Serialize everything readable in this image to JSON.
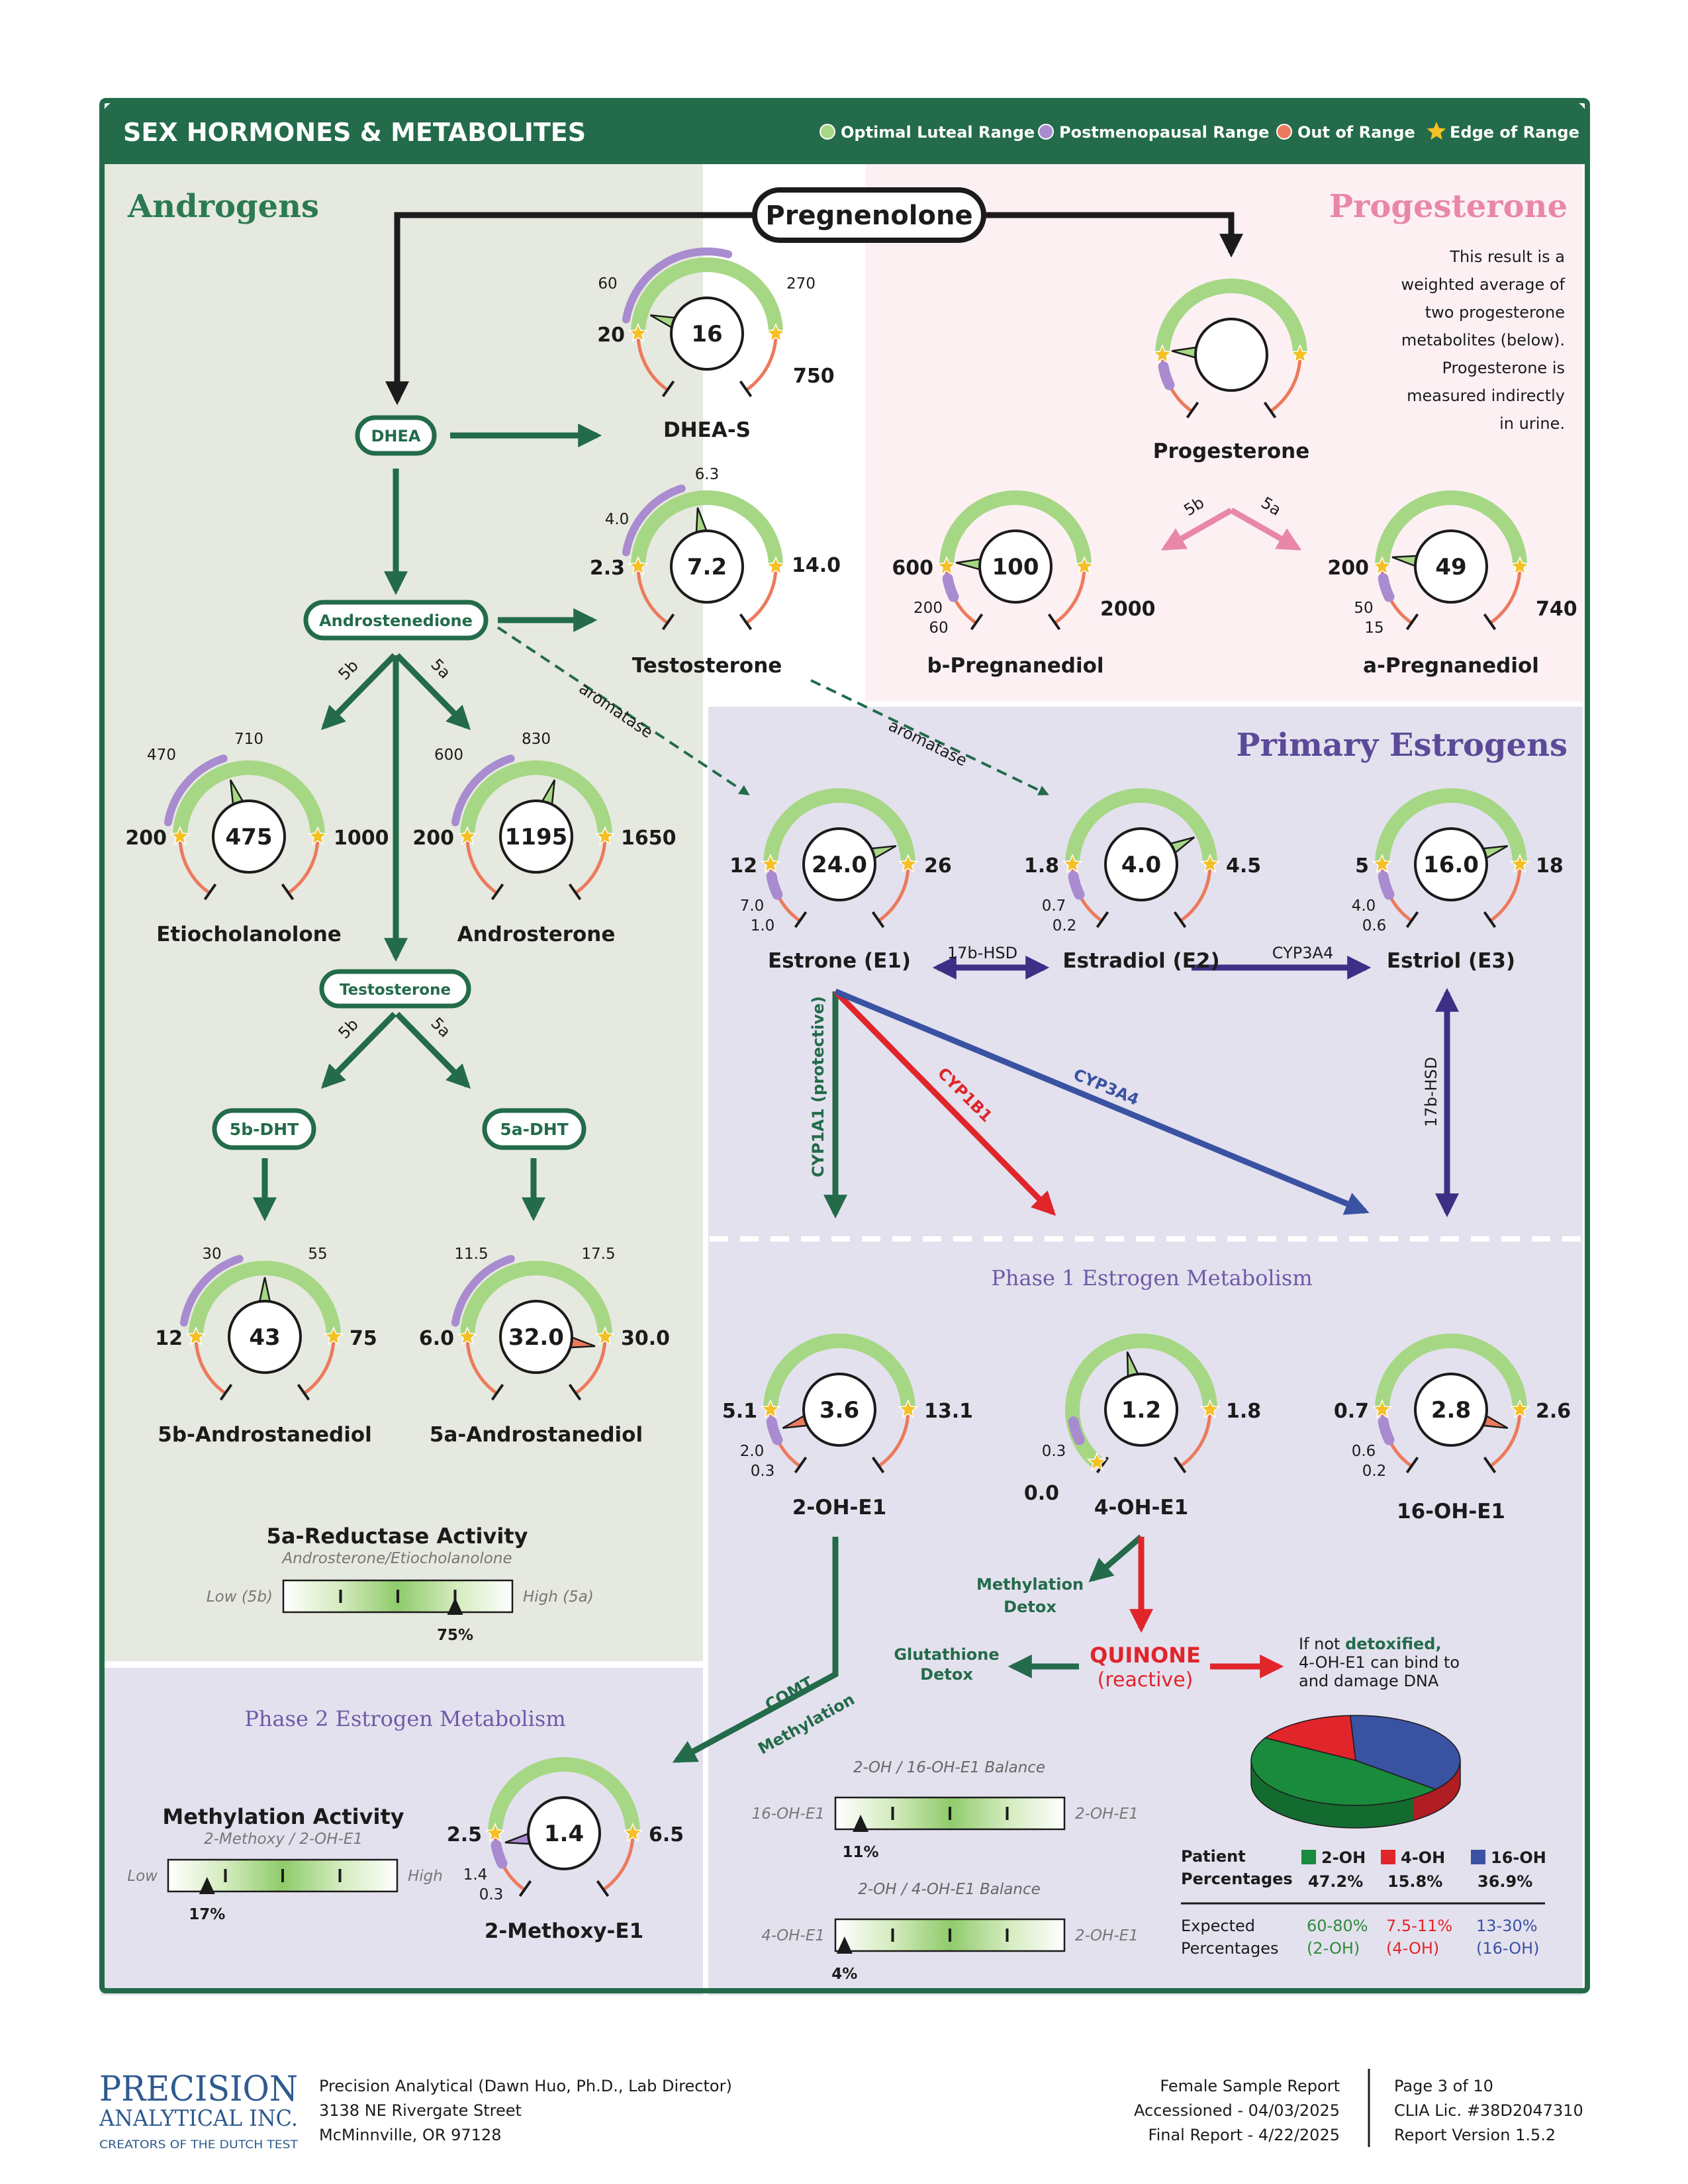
{
  "header": {
    "title": "SEX HORMONES & METABOLITES",
    "legend": [
      {
        "label": "Optimal Luteal Range",
        "color": "#a6d785"
      },
      {
        "label": "Postmenopausal Range",
        "color": "#a98bd0"
      },
      {
        "label": "Out of Range",
        "color": "#ec7a5c"
      },
      {
        "label": "Edge of Range",
        "color": "#f5c024"
      }
    ]
  },
  "sections": {
    "androgens": "Androgens",
    "progesterone": "Progesterone",
    "primary_estrogens": "Primary Estrogens",
    "phase1": "Phase 1 Estrogen Metabolism",
    "phase2": "Phase 2 Estrogen Metabolism"
  },
  "progesterone_note": [
    "This result is a",
    "weighted average of",
    "two progesterone",
    "metabolites (below).",
    "Progesterone is",
    "measured indirectly",
    "in urine."
  ],
  "nodes": {
    "pregnenolone": "Pregnenolone",
    "dhea": "DHEA",
    "androstenedione": "Androstenedione",
    "testosterone_box": "Testosterone",
    "dht5b": "5b-DHT",
    "dht5a": "5a-DHT"
  },
  "arrow_labels": {
    "b5_1": "5b",
    "a5_1": "5a",
    "b5_2": "5b",
    "a5_2": "5a",
    "b5_3": "5b",
    "a5_3": "5a",
    "aromatase1": "aromatase",
    "aromatase2": "aromatase",
    "hsd17b": "17b-HSD",
    "cyp3a4_top": "CYP3A4",
    "hsd17b_vert": "17b-HSD",
    "cyp1a1": "CYP1A1 (protective)",
    "cyp1b1": "CYP1B1",
    "cyp3a4_diag": "CYP3A4",
    "comt": "COMT",
    "methylation": "Methylation"
  },
  "gauges": {
    "dheas": {
      "name": "DHEA-S",
      "value": "16",
      "low": "20",
      "high": "750",
      "pm_low": "60",
      "pm_high": "270",
      "fraction": 0.1
    },
    "testosterone": {
      "name": "Testosterone",
      "value": "7.2",
      "low": "2.3",
      "high": "14.0",
      "pm_low": "4.0",
      "pm_high": "6.3",
      "fraction": 0.45
    },
    "progesterone": {
      "name": "Progesterone",
      "value": "",
      "fraction": 0.02
    },
    "bpreg": {
      "name": "b-Pregnanediol",
      "value": "100",
      "low": "600",
      "high": "2000",
      "pm_low": "200",
      "pm_high": "60",
      "fraction": 0.02
    },
    "apreg": {
      "name": "a-Pregnanediol",
      "value": "49",
      "low": "200",
      "high": "740",
      "pm_low": "50",
      "pm_high": "15",
      "fraction": 0.05
    },
    "etio": {
      "name": "Etiocholanolone",
      "value": "475",
      "low": "200",
      "high": "1000",
      "pm_low": "470",
      "pm_high": "710",
      "fraction": 0.4
    },
    "andro": {
      "name": "Androsterone",
      "value": "1195",
      "low": "200",
      "high": "1650",
      "pm_low": "600",
      "pm_high": "830",
      "fraction": 0.6
    },
    "b5andro": {
      "name": "5b-Androstanediol",
      "value": "43",
      "low": "12",
      "high": "75",
      "pm_low": "30",
      "pm_high": "55",
      "fraction": 0.5
    },
    "a5andro": {
      "name": "5a-Androstanediol",
      "value": "32.0",
      "low": "6.0",
      "high": "30.0",
      "pm_low": "11.5",
      "pm_high": "17.5",
      "fraction": 1.05
    },
    "e1": {
      "name": "Estrone (E1)",
      "value": "24.0",
      "low": "12",
      "high": "26",
      "pm_low": "7.0",
      "pm_high": "1.0",
      "fraction": 0.9
    },
    "e2": {
      "name": "Estradiol (E2)",
      "value": "4.0",
      "low": "1.8",
      "high": "4.5",
      "pm_low": "0.7",
      "pm_high": "0.2",
      "fraction": 0.85
    },
    "e3": {
      "name": "Estriol (E3)",
      "value": "16.0",
      "low": "5",
      "high": "18",
      "pm_low": "4.0",
      "pm_high": "0.6",
      "fraction": 0.9
    },
    "oh2": {
      "name": "2-OH-E1",
      "value": "3.6",
      "low": "5.1",
      "high": "13.1",
      "pm_low": "2.0",
      "pm_high": "0.3",
      "fraction": -0.1
    },
    "oh4": {
      "name": "4-OH-E1",
      "value": "1.2",
      "low": "0.0",
      "high": "1.8",
      "pm_low": "0.3",
      "pm_high": "",
      "fraction": 0.55
    },
    "oh16": {
      "name": "16-OH-E1",
      "value": "2.8",
      "low": "0.7",
      "high": "2.6",
      "pm_low": "0.6",
      "pm_high": "0.2",
      "fraction": 1.1
    },
    "methoxy": {
      "name": "2-Methoxy-E1",
      "value": "1.4",
      "low": "2.5",
      "high": "6.5",
      "pm_low": "1.4",
      "pm_high": "0.3",
      "fraction": -0.05
    }
  },
  "reductase": {
    "title": "5a-Reductase Activity",
    "subtitle": "Androsterone/Etiocholanolone",
    "left": "Low (5b)",
    "right": "High (5a)",
    "value": "75%",
    "fraction": 0.75
  },
  "methylation": {
    "title": "Methylation Activity",
    "subtitle": "2-Methoxy / 2-OH-E1",
    "left": "Low",
    "right": "High",
    "value": "17%",
    "fraction": 0.17
  },
  "balance1": {
    "title": "2-OH / 16-OH-E1 Balance",
    "left": "16-OH-E1",
    "right": "2-OH-E1",
    "value": "11%",
    "fraction": 0.11
  },
  "balance2": {
    "title": "2-OH / 4-OH-E1 Balance",
    "left": "4-OH-E1",
    "right": "2-OH-E1",
    "value": "4%",
    "fraction": 0.04
  },
  "quinone": {
    "title": "QUINONE",
    "sub": "(reactive)",
    "methyl_detox": [
      "Methylation",
      "Detox"
    ],
    "glut_detox": [
      "Glutathione",
      "Detox"
    ],
    "warn_prefix": "If not ",
    "warn_bold": "detoxified,",
    "warn_line2": "4-OH-E1 can bind to",
    "warn_line3": "and damage DNA"
  },
  "pie": {
    "patient_label": [
      "Patient",
      "Percentages"
    ],
    "expected_label": [
      "Expected",
      "Percentages"
    ],
    "items": [
      {
        "name": "2-OH",
        "patient": "47.2%",
        "expected": "60-80%",
        "expected_sub": "(2-OH)",
        "color": "#1a8a3c",
        "text_color": "#2e8b3a"
      },
      {
        "name": "4-OH",
        "patient": "15.8%",
        "expected": "7.5-11%",
        "expected_sub": "(4-OH)",
        "color": "#e0252b",
        "text_color": "#e0252b"
      },
      {
        "name": "16-OH",
        "patient": "36.9%",
        "expected": "13-30%",
        "expected_sub": "(16-OH)",
        "color": "#3a52a2",
        "text_color": "#3a52a2"
      }
    ]
  },
  "footer": {
    "logo1": "PRECISION",
    "logo2": "ANALYTICAL INC.",
    "logo3": "CREATORS OF THE DUTCH TEST",
    "lab": [
      "Precision Analytical (Dawn Huo, Ph.D., Lab Director)",
      "3138 NE Rivergate Street",
      "McMinnville, OR 97128"
    ],
    "report": [
      "Female Sample Report",
      "Accessioned - 04/03/2025",
      "Final Report - 4/22/2025"
    ],
    "page": [
      "Page 3 of 10",
      "CLIA Lic. #38D2047310",
      "Report Version 1.5.2"
    ]
  }
}
